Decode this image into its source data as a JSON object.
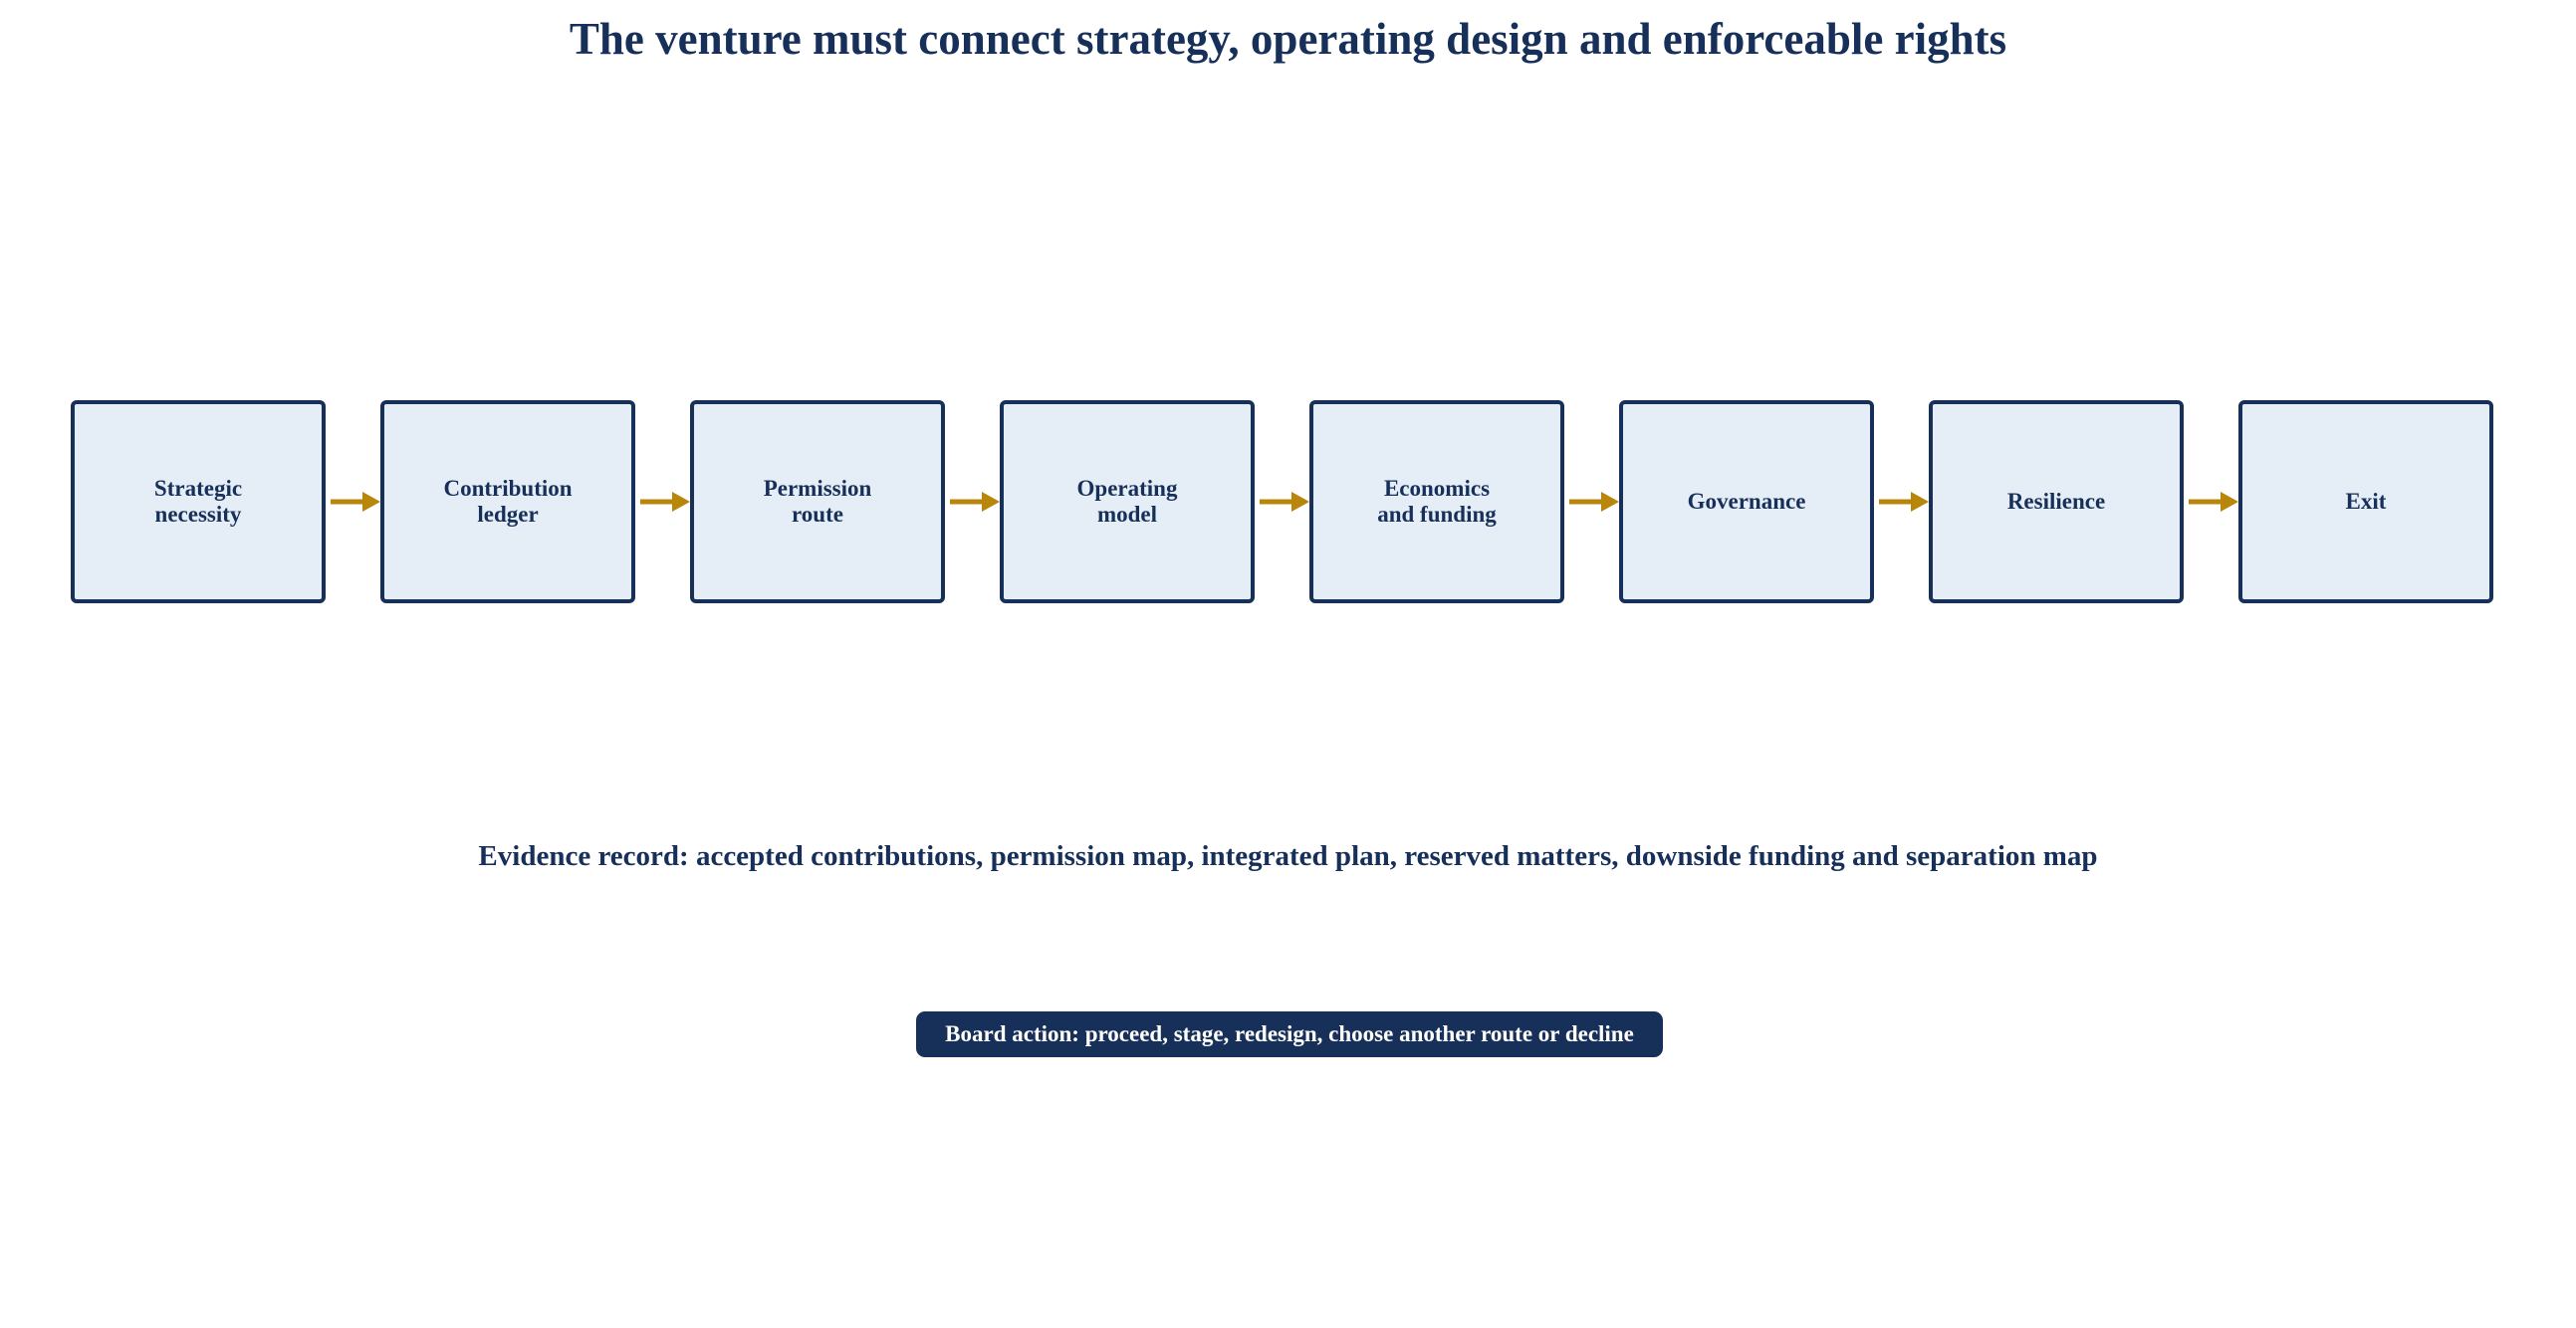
{
  "title": "The venture must connect strategy, operating design and enforceable rights",
  "steps": [
    {
      "label": "Strategic\nnecessity"
    },
    {
      "label": "Contribution\nledger"
    },
    {
      "label": "Permission\nroute"
    },
    {
      "label": "Operating\nmodel"
    },
    {
      "label": "Economics\nand funding"
    },
    {
      "label": "Governance"
    },
    {
      "label": "Resilience"
    },
    {
      "label": "Exit"
    }
  ],
  "evidence": "Evidence record: accepted contributions, permission map, integrated plan, reserved matters, downside funding and separation map",
  "board_action": "Board action: proceed, stage, redesign, choose another route or decline",
  "colors": {
    "navy": "#17305a",
    "box_fill": "#e5edf7",
    "arrow": "#b8860b"
  }
}
